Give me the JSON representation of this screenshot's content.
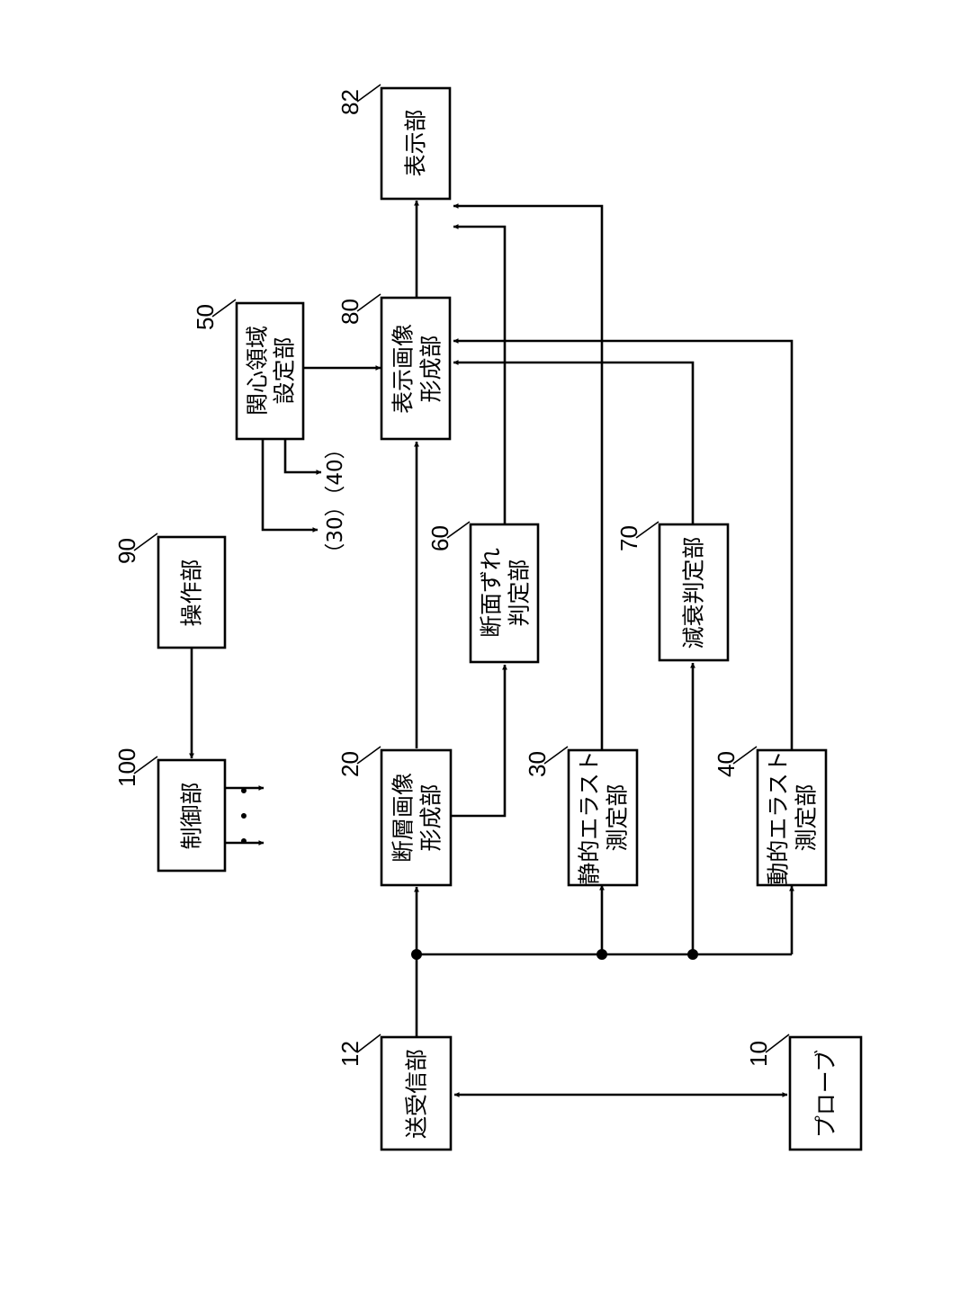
{
  "blocks": {
    "probe": {
      "label": "プローブ",
      "number": "10"
    },
    "transceiver": {
      "label": "送受信部",
      "number": "12"
    },
    "tomogram_former": {
      "line1": "断層画像",
      "line2": "形成部",
      "number": "20"
    },
    "static_elasto": {
      "line1": "静的エラスト",
      "line2": "測定部",
      "number": "30"
    },
    "dynamic_elasto": {
      "line1": "動的エラスト",
      "line2": "測定部",
      "number": "40"
    },
    "roi_setter": {
      "line1": "関心領域",
      "line2": "設定部",
      "number": "50"
    },
    "section_shift_judge": {
      "line1": "断面ずれ",
      "line2": "判定部",
      "number": "60"
    },
    "attenuation_judge": {
      "label": "減衰判定部",
      "number": "70"
    },
    "display_image_former": {
      "line1": "表示画像",
      "line2": "形成部",
      "number": "80"
    },
    "display": {
      "label": "表示部",
      "number": "82"
    },
    "operation": {
      "label": "操作部",
      "number": "90"
    },
    "controller": {
      "label": "制御部",
      "number": "100",
      "more": "・・・"
    }
  },
  "roi_outputs": {
    "to_static": "（30）",
    "to_dynamic": "（40）"
  }
}
